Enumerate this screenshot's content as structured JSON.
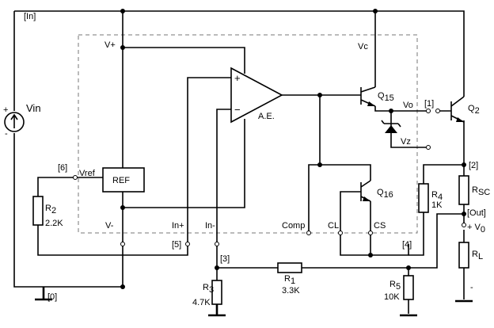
{
  "pins": {
    "in": "[In]",
    "out": "[Out]",
    "p0": "[0]",
    "p1": "[1]",
    "p2": "[2]",
    "p3": "[3]",
    "p4": "[4]",
    "p5": "[5]",
    "p6": "[6]"
  },
  "supply_labels": {
    "vplus": "V+",
    "vminus": "V-",
    "vc": "Vc"
  },
  "opamp": {
    "name": "A.E.",
    "plus": "+",
    "minus": "−"
  },
  "ref": {
    "name": "REF",
    "vref": "Vref"
  },
  "source": {
    "name": "Vin",
    "plus": "+",
    "minus": "-"
  },
  "transistors": {
    "q15": {
      "main": "Q",
      "sub": "15"
    },
    "q16": {
      "main": "Q",
      "sub": "16"
    },
    "q2": {
      "main": "Q",
      "sub": "2"
    }
  },
  "resistors": {
    "r1": {
      "main": "R",
      "sub": "1",
      "value": "3.3K"
    },
    "r2": {
      "main": "R",
      "sub": "2",
      "value": "2.2K"
    },
    "r3": {
      "main": "R",
      "sub": "3",
      "value": "4.7K"
    },
    "r4": {
      "main": "R",
      "sub": "4",
      "value": "1K"
    },
    "r5": {
      "main": "R",
      "sub": "5",
      "value": "10K"
    },
    "rsc": {
      "main": "R",
      "sub": "SC"
    },
    "rl": {
      "main": "R",
      "sub": "L"
    }
  },
  "node_labels": {
    "in_plus": "In+",
    "in_minus": "In-",
    "comp": "Comp",
    "cl": "CL",
    "cs": "CS",
    "vo": "Vo",
    "vz": "Vz",
    "out_v0": "+ V",
    "out_v0_sub": "0",
    "out_minus": "-"
  }
}
